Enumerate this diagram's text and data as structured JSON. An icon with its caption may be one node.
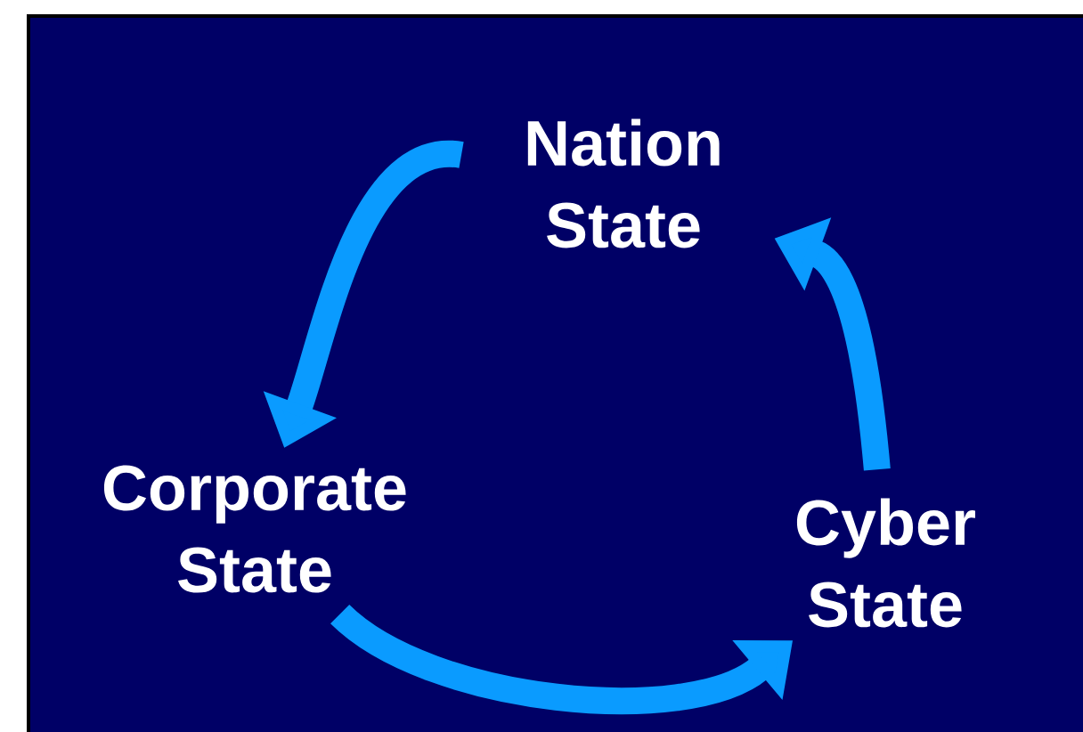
{
  "diagram": {
    "nodes": [
      {
        "text": [
          "Nation State"
        ]
      },
      {
        "text": [
          "Corporate State"
        ]
      },
      {
        "text": [
          "Cyber State"
        ]
      }
    ],
    "edges": [
      {
        "from": 0,
        "to": 1,
        "arrow": "to"
      },
      {
        "from": 1,
        "to": 2,
        "arrow": "to"
      },
      {
        "from": 2,
        "to": 0,
        "arrow": "to"
      }
    ]
  }
}
